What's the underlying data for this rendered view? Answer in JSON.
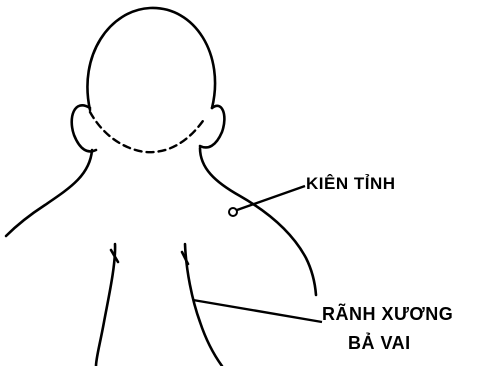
{
  "labels": {
    "kien_tinh": "KIÊN TỈNH",
    "ranh_xuong_line1": "RÃNH XƯƠNG",
    "ranh_xuong_line2": "BẢ VAI"
  },
  "colors": {
    "ink": "#000000",
    "background": "#ffffff"
  }
}
